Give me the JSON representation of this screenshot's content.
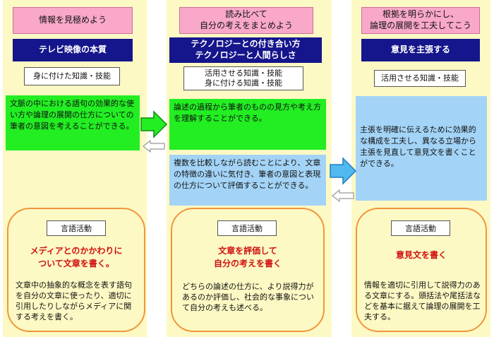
{
  "columns": [
    {
      "goal": "情報を見極めよう",
      "unit": "テレビ映像の本質",
      "skill": "身に付けた知識・技能",
      "text_green": "文脈の中における語句の効果的な使い方や論理の展開の仕方についての筆者の意図を考えることができる。",
      "activity_label": "言語活動",
      "activity_title": "メディアとのかかわりに\nついて文章を書く。",
      "activity_desc": "文章中の抽象的な概念を表す語句を自分の文章に使ったり、適切に引用したりしながらメディアに関する考えを書く。"
    },
    {
      "goal": "読み比べて\n自分の考えをまとめよう",
      "unit": "テクノロジーとの付き合い方\nテクノロジーと人間らしさ",
      "skill": "活用させる知識・技能\n身に付ける知識・技能",
      "text_green": "論述の過程から筆者のものの見方や考え方を理解することができる。",
      "text_blue": "複数を比較しながら読むことにより、文章の特徴の違いに気付き、筆者の意図と表現の仕方について評価することができる。",
      "activity_label": "言語活動",
      "activity_title": "文章を評価して\n自分の考えを書く",
      "activity_desc": "どちらの論述の仕方に、より説得力があるのか評価し、社会的な事象について自分の考えも述べる。"
    },
    {
      "goal": "根拠を明らかにし、\n論理の展開を工夫してこう",
      "unit": "意見を主張する",
      "skill": "活用させる知識・技能",
      "text_blue": "主張を明確に伝えるために効果的な構成を工夫し、異なる立場から主張を見直して意見文を書くことができる。",
      "activity_label": "言語活動",
      "activity_title": "意見文を書く",
      "activity_desc": "情報を適切に引用して説得力のある文章にする。頭括法や尾括法などを基本に据えて論理の展開を工夫する。"
    }
  ],
  "colors": {
    "column_bg": "#fdf9c4",
    "goal_bg": "#f9a8c9",
    "unit_bg": "#15158c",
    "green_box": "#22ee22",
    "blue_box": "#a3d4f7",
    "oval_border": "#f0963c",
    "activity_title": "#d01010"
  },
  "icons": [
    "right-arrow-green",
    "left-arrow-outline",
    "right-arrow-blue"
  ]
}
